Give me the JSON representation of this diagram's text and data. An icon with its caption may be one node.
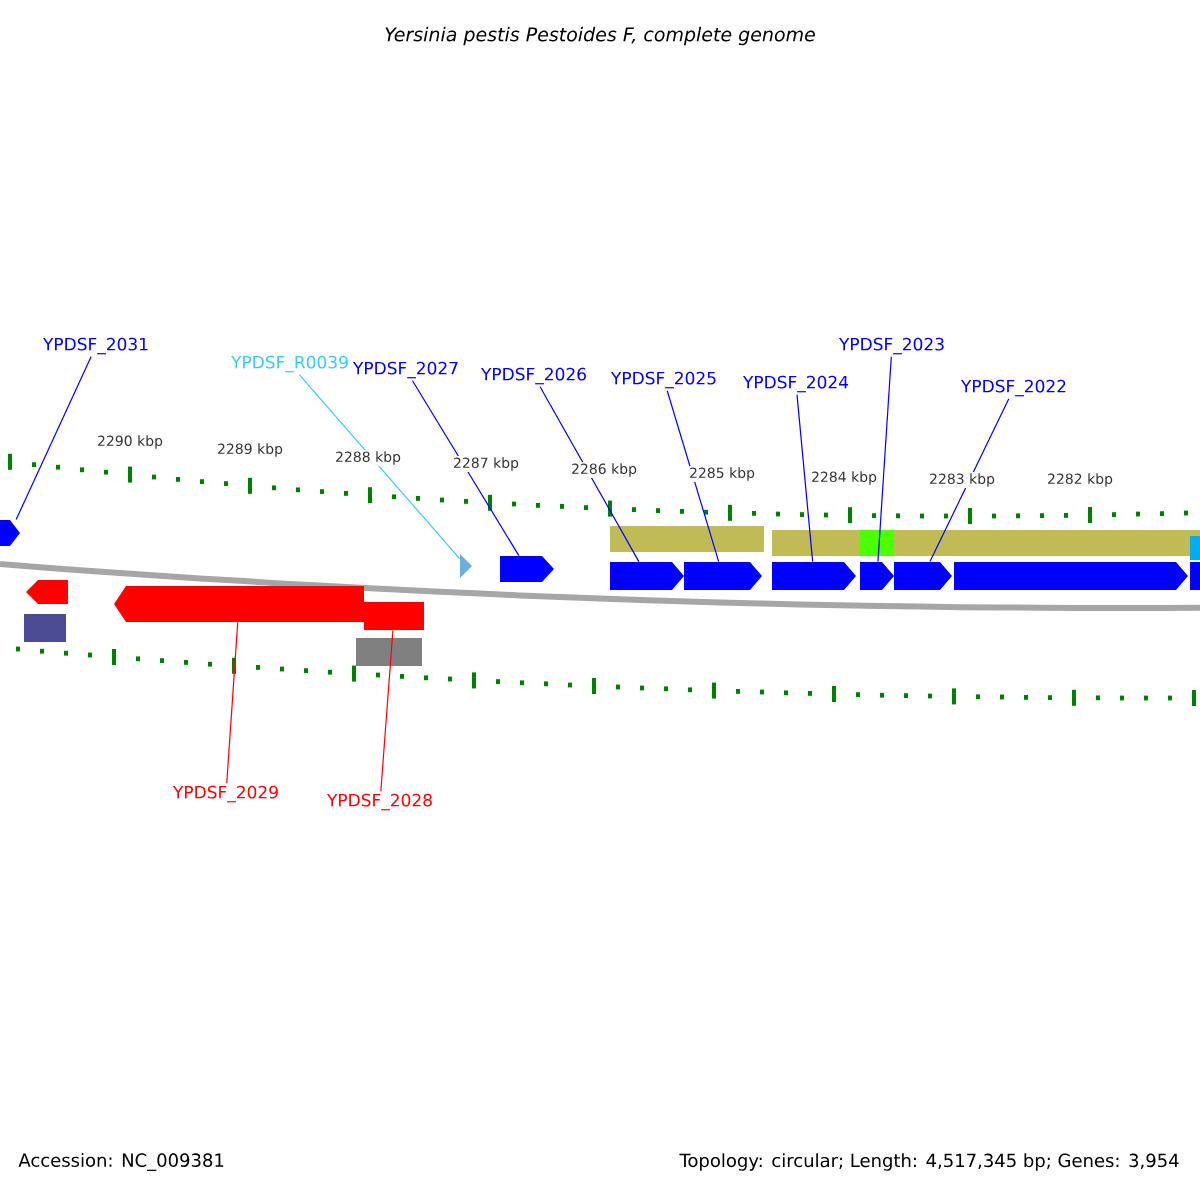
{
  "diagram": {
    "title": "Yersinia pestis Pestoides F, complete genome",
    "nodes": [
      {
        "text": [
          "YPDSF_2031"
        ]
      },
      {
        "text": [
          "YPDSF_R0039"
        ]
      },
      {
        "text": [
          "YPDSF_2027"
        ]
      },
      {
        "text": [
          "YPDSF_2026"
        ]
      },
      {
        "text": [
          "YPDSF_2025"
        ]
      },
      {
        "text": [
          "YPDSF_2024"
        ]
      },
      {
        "text": [
          "YPDSF_2023"
        ]
      },
      {
        "text": [
          "YPDSF_2022"
        ]
      },
      {
        "text": [
          "YPDSF_2029"
        ]
      },
      {
        "text": [
          "YPDSF_2028"
        ]
      },
      {
        "text": [],
        "shape": "pentagon"
      },
      {
        "text": [],
        "shape": "pentagon"
      },
      {
        "text": [],
        "shape": "box"
      },
      {
        "text": [],
        "shape": "triangle"
      },
      {
        "text": [],
        "shape": "pentagon"
      },
      {
        "text": [],
        "shape": "pentagon"
      },
      {
        "text": [],
        "shape": "pentagon"
      },
      {
        "text": [],
        "shape": "pentagon"
      },
      {
        "text": [],
        "shape": "pentagon"
      },
      {
        "text": [],
        "shape": "pentagon"
      },
      {
        "text": [],
        "shape": "box"
      },
      {
        "text": [],
        "shape": "pentagon"
      },
      {
        "text": [],
        "shape": "box"
      },
      {
        "text": [],
        "shape": "bar"
      },
      {
        "text": [],
        "shape": "bar"
      },
      {
        "text": [],
        "shape": "box",
        "in": 24
      },
      {
        "text": [],
        "shape": "pentagon"
      },
      {
        "text": [],
        "shape": "box"
      },
      {
        "text": [],
        "shape": "pentagon"
      }
    ],
    "edges": [
      {
        "from": 0,
        "to": 10,
        "arrow": "none"
      },
      {
        "from": 1,
        "to": 13,
        "arrow": "none",
        "color": "#33ccff"
      },
      {
        "from": 2,
        "to": 14,
        "arrow": "none"
      },
      {
        "from": 3,
        "to": 15,
        "arrow": "none"
      },
      {
        "from": 4,
        "to": 16,
        "arrow": "none"
      },
      {
        "from": 5,
        "to": 17,
        "arrow": "none"
      },
      {
        "from": 6,
        "to": 18,
        "arrow": "none"
      },
      {
        "from": 7,
        "to": 19,
        "arrow": "none"
      },
      {
        "from": 8,
        "to": 11,
        "arrow": "none",
        "color": "#ff0000"
      },
      {
        "from": 9,
        "to": 12,
        "arrow": "none",
        "color": "#ff0000"
      }
    ],
    "labels": [
      "2290 kbp",
      "2289 kbp",
      "2288 kbp",
      "2287 kbp",
      "2286 kbp",
      "2285 kbp",
      "2284 kbp",
      "2283 kbp",
      "2282 kbp",
      "Accession: NC_009381",
      "Topology: circular; Length: 4,517,345 bp; Genes: 3,954"
    ]
  }
}
